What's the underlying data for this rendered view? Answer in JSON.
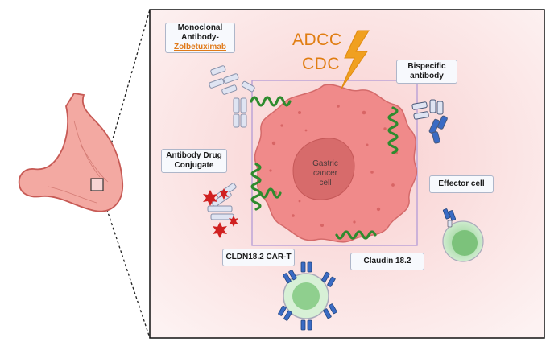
{
  "labels": {
    "monoclonal_line1": "Monoclonal",
    "monoclonal_line2": "Antibody-",
    "monoclonal_drug": "Zolbetuximab",
    "bispecific_line1": "Bispecific",
    "bispecific_line2": "antibody",
    "adc_line1": "Antibody Drug",
    "adc_line2": "Conjugate",
    "effector": "Effector cell",
    "cart": "CLDN18.2 CAR-T",
    "claudin": "Claudin 18.2",
    "adcc": "ADCC",
    "cdc": "CDC",
    "cell_line1": "Gastric",
    "cell_line2": "cancer",
    "cell_line3": "cell"
  },
  "colors": {
    "panel_bg": "#fbe4e4",
    "cancer_cell": "#f08a8a",
    "nucleus": "#d76b6b",
    "claudin": "#2e8b2e",
    "antibody_light": "#dfe4f2",
    "antibody_dark": "#3a6bc4",
    "effector_green": "#9bd39a",
    "lightning": "#f0a020",
    "toxin": "#d02020"
  },
  "icons": [
    "stomach-icon",
    "lightning-icon",
    "antibody-icon",
    "bispecific-antibody-icon",
    "car-t-cell-icon",
    "effector-cell-icon",
    "drug-toxin-icon"
  ]
}
